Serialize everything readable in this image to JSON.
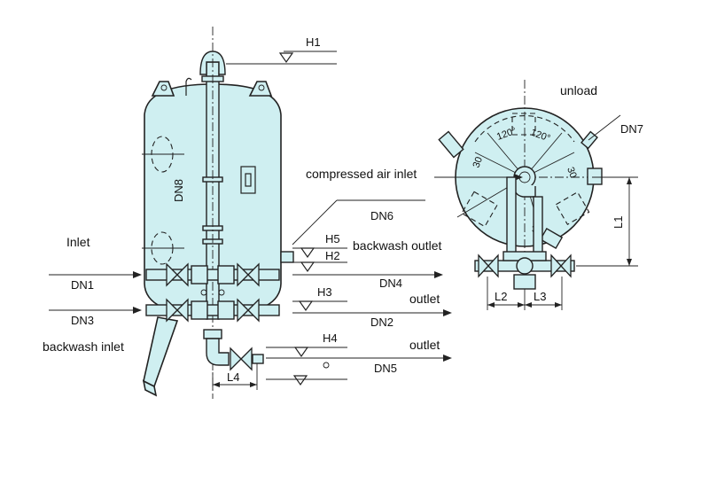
{
  "labels": {
    "h1": "H1",
    "h2": "H2",
    "h3": "H3",
    "h4": "H4",
    "h5": "H5",
    "dn1": "DN1",
    "dn2": "DN2",
    "dn3": "DN3",
    "dn4": "DN4",
    "dn5": "DN5",
    "dn6": "DN6",
    "dn7": "DN7",
    "dn8": "DN8",
    "l1": "L1",
    "l2": "L2",
    "l3": "L3",
    "l4": "L4",
    "inlet": "Inlet",
    "backwash_inlet": "backwash inlet",
    "backwash_outlet": "backwash outlet",
    "outlet_upper": "outlet",
    "outlet_lower": "outlet",
    "compressed_air_inlet": "compressed air inlet",
    "unload": "unload",
    "angle_a": "120°",
    "angle_b": "120°",
    "angle_c": "30",
    "angle_d": "30",
    "angle_e": "30"
  }
}
